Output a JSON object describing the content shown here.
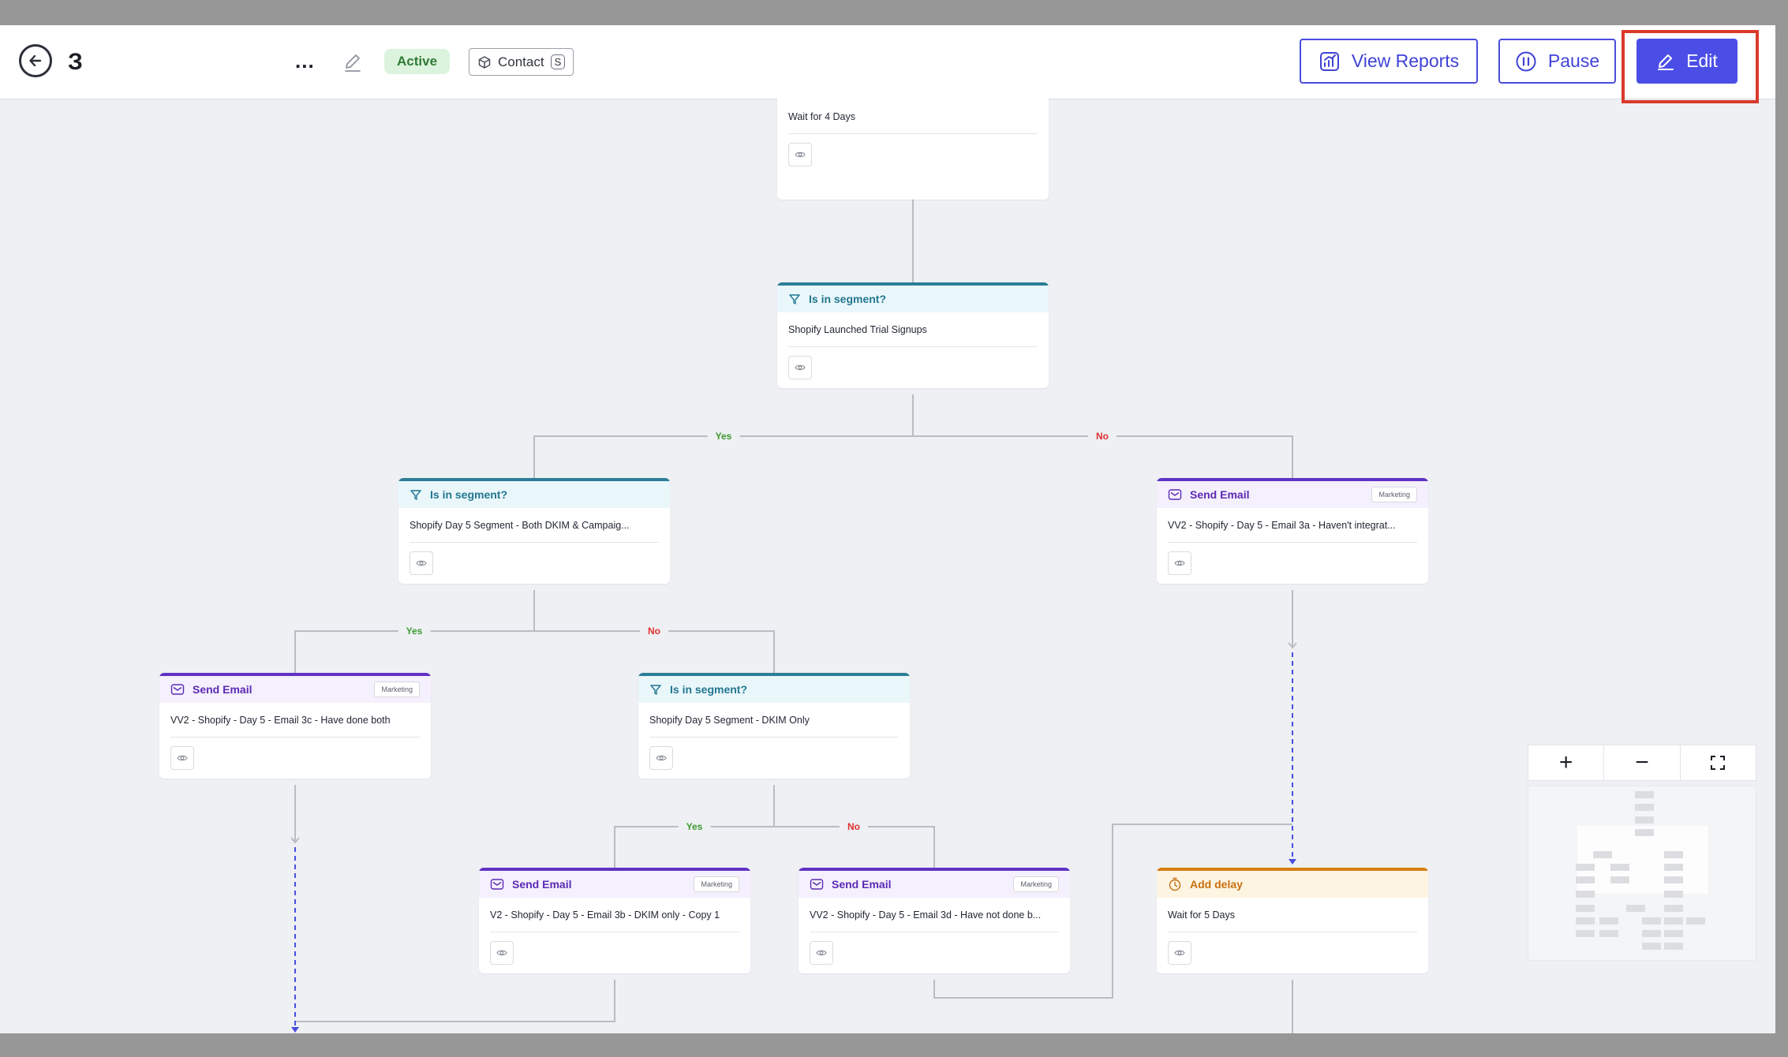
{
  "header": {
    "title": "З",
    "ellipsis": "...",
    "status": "Active",
    "trigger_label": "Contact",
    "trigger_key": "S",
    "view_reports_label": "View Reports",
    "pause_label": "Pause",
    "edit_label": "Edit"
  },
  "colors": {
    "primary": "#4b4ee6",
    "segment": "#2d7e96",
    "email": "#6132c4",
    "delay": "#d87c12",
    "yes": "#3c9a2e",
    "no": "#e0302d",
    "highlight": "#d93a2b"
  },
  "nodes": {
    "n0": {
      "desc": "Wait for 4 Days"
    },
    "n1": {
      "title": "Is in segment?",
      "desc": "Shopify Launched Trial Signups"
    },
    "n2": {
      "title": "Is in segment?",
      "desc": "Shopify Day 5 Segment - Both DKIM & Campaig..."
    },
    "n3": {
      "title": "Send Email",
      "tag": "Marketing",
      "desc": "VV2 - Shopify - Day 5 - Email 3a - Haven't integrat..."
    },
    "n4": {
      "title": "Send Email",
      "tag": "Marketing",
      "desc": "VV2 - Shopify - Day 5 - Email 3c - Have done both"
    },
    "n5": {
      "title": "Is in segment?",
      "desc": "Shopify Day 5 Segment - DKIM Only"
    },
    "n6": {
      "title": "Send Email",
      "tag": "Marketing",
      "desc": "V2 - Shopify - Day 5 - Email 3b - DKIM only - Copy 1"
    },
    "n7": {
      "title": "Send Email",
      "tag": "Marketing",
      "desc": "VV2 - Shopify - Day 5 - Email 3d - Have not done b..."
    },
    "n8": {
      "title": "Add delay",
      "desc": "Wait for 5 Days"
    }
  },
  "edges": {
    "yes_label": "Yes",
    "no_label": "No"
  },
  "zoom": {
    "in": "+",
    "out": "−"
  }
}
